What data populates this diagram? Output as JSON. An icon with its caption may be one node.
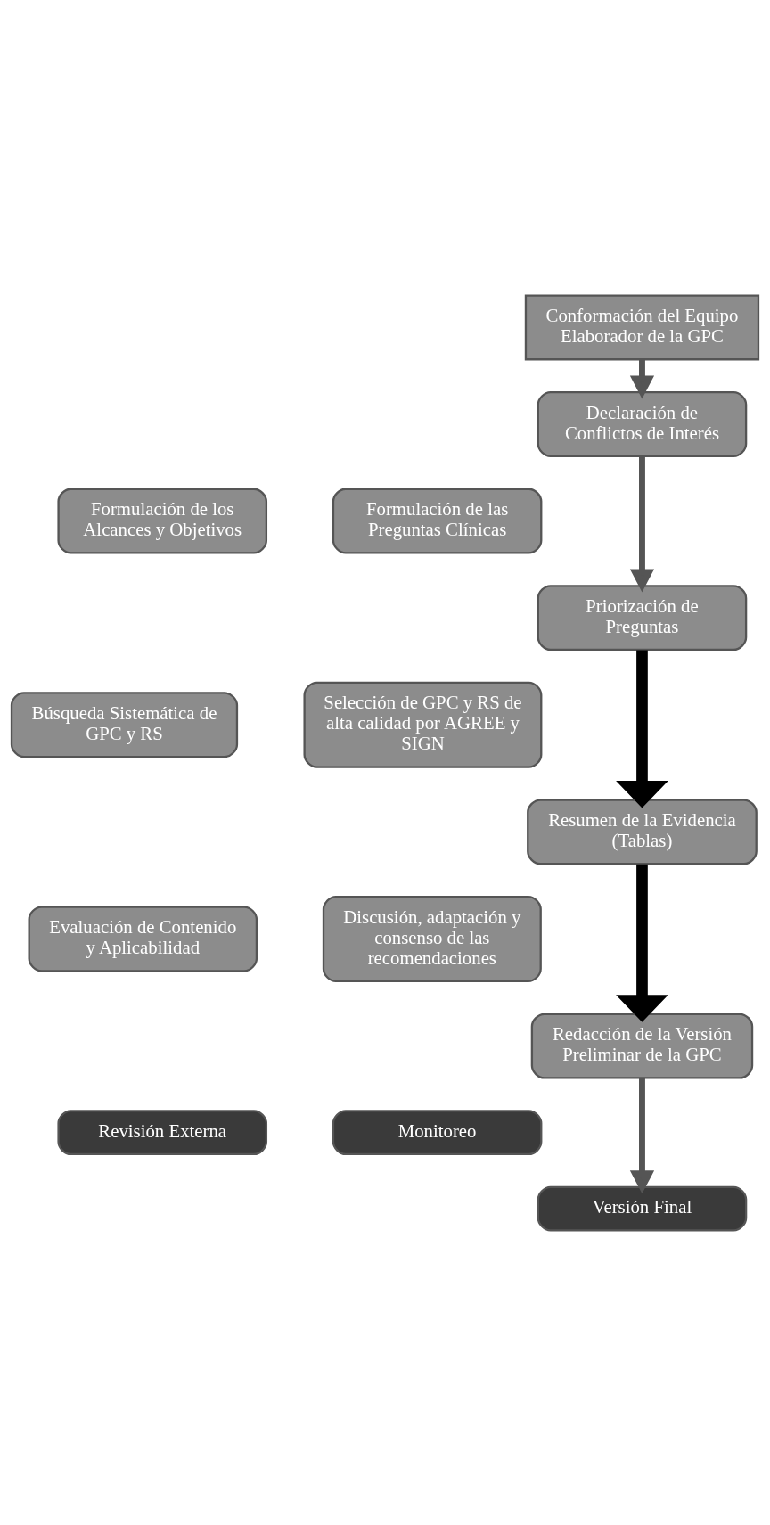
{
  "diagram": {
    "nodes": [
      {
        "text": [
          "Conformación del Equipo Elaborador de la GPC"
        ]
      },
      {
        "text": [
          "Declaración de Conflictos de Interés"
        ]
      },
      {
        "text": [
          "Formulación de los Alcances y Objetivos"
        ]
      },
      {
        "text": [
          "Formulación de las Preguntas Clínicas"
        ]
      },
      {
        "text": [
          "Priorización de Preguntas"
        ]
      },
      {
        "text": [
          "Búsqueda Sistemática de GPC y RS"
        ]
      },
      {
        "text": [
          "Selección de GPC y RS de alta calidad por AGREE y SIGN"
        ]
      },
      {
        "text": [
          "Resumen de la Evidencia (Tablas)"
        ]
      },
      {
        "text": [
          "Evaluación de Contenido y Aplicabilidad"
        ]
      },
      {
        "text": [
          "Discusión, adaptación y consenso de las recomendaciones"
        ]
      },
      {
        "text": [
          "Redacción de la Versión Preliminar de la GPC"
        ]
      },
      {
        "text": [
          "Revisión Externa"
        ]
      },
      {
        "text": [
          "Monitoreo"
        ]
      },
      {
        "text": [
          "Versión Final"
        ]
      }
    ],
    "edges": [
      {
        "from": 0,
        "to": 1,
        "arrow": "to"
      },
      {
        "from": 1,
        "to": 4,
        "arrow": "to"
      },
      {
        "from": 4,
        "to": 7,
        "arrow": "to",
        "style": "thick",
        "color": "#000000"
      },
      {
        "from": 7,
        "to": 10,
        "arrow": "to",
        "style": "thick",
        "color": "#000000"
      },
      {
        "from": 10,
        "to": 13,
        "arrow": "to"
      }
    ]
  }
}
